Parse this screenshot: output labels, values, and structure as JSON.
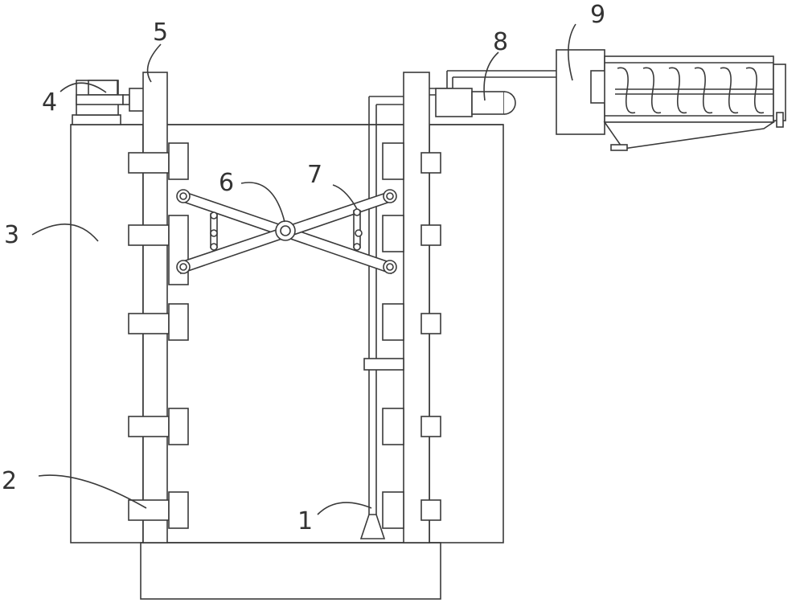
{
  "diagram": {
    "colors": {
      "line": "#3a3a3a",
      "text": "#333333",
      "background": "#ffffff"
    },
    "labels": [
      {
        "id": "label-1",
        "text": "1",
        "refers_to": "suction-nozzle"
      },
      {
        "id": "label-2",
        "text": "2",
        "refers_to": "guide-block"
      },
      {
        "id": "label-3",
        "text": "3",
        "refers_to": "tank-wall"
      },
      {
        "id": "label-4",
        "text": "4",
        "refers_to": "motor"
      },
      {
        "id": "label-5",
        "text": "5",
        "refers_to": "guide-rail"
      },
      {
        "id": "label-6",
        "text": "6",
        "refers_to": "scissor-pivot"
      },
      {
        "id": "label-7",
        "text": "7",
        "refers_to": "link-bracket"
      },
      {
        "id": "label-8",
        "text": "8",
        "refers_to": "pump"
      },
      {
        "id": "label-9",
        "text": "9",
        "refers_to": "screw-separator"
      }
    ]
  }
}
